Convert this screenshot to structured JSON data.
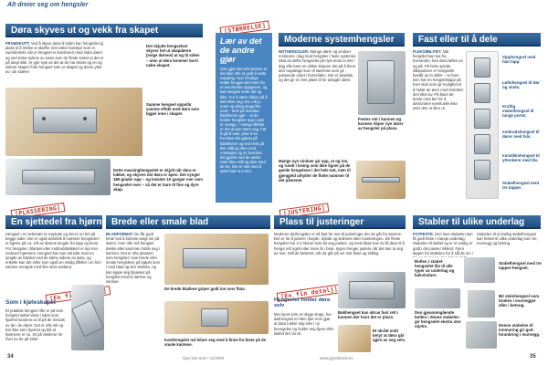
{
  "page": {
    "running_title": "Alt dreier seg om hengsler",
    "footer_left": "Gjør Det Selv • 11/2008",
    "footer_right": "www.gjordetselv.no",
    "page_left": "34",
    "page_right": "35"
  },
  "sections": {
    "s1": {
      "title": "Døra skyves ut og vekk fra skapet",
      "lead": "FRAMSKUTT.",
      "text": "Ved å skyve døra til siden kan hengeslet gi plass til å trekke ut skuffer. Det esker kunskpr som er overdimmite når et hengsel er konstruert med indre dører og ved lenke sylene av sveis som de fleste sortet ut det er på langt slikt, er gjor syle av det at de har skivet og en og sidene skaper forte hengsel som er skapet og deres ytter av i de sidene.",
      "caption_top": "Det skjulte hengselset skyver hel ut skapdøren (evige dørene) ut og til siden – uten at døra kommer borti nabo-skapet.",
      "caption_mid": "Samme hengsel oppstår samme effekt med døra som ligger inne i skapet.",
      "caption_bottom": "Dette massinghengselet er skjult når døra er lukket, og skyves når døra er åpen. Det synger 180 grader opp – og lossiter 10 ganger mer som hengselet over – så det er bare til fine og dyre skap."
    },
    "side_box": {
      "stamp": "[STØRRELSE]",
      "title": "Lær av det de andre gjør",
      "text": "Som gjør det selv-person er det ikke ofte et godt å sette nøyaktig. Noe hendige rester fra gjør det mere fra et resonnerte oppgaven, og bør hengsel sette det og ikke. For å være sikker på å sett sikre seg rett, må jo noen og viktig stopp like med – tenk på hvordan fabrikkene gjør – at de holder hengsler opp i sats er mange. I mange tilfeller er det at kan være vag. Før å gå til vaie, prøv å se hvordan det gjøres på fabrikkene og ved tenk på det. Mål og skru med rutinasjon og se hvordan det gjøres ved de andre. Hold dine mål og skru med de tre. Det er nok med å sette bare 5,3 mm."
    },
    "s2": {
      "title": "Moderne systemhengsler",
      "lead": "NOTHENGSLER.",
      "text": "Mange dører og vinduer monteres i dag med hengsler i faste systemer. Skal du skifte hengselet på nytt vindu er det i dag ofte bare en sikker krigene det på å finne den nøyaktige kurv til størrelse som gir passende ordet i formeliden. Det er praktisk, og det gir en fem plass til for anlagte dører."
    },
    "s3": {
      "title": "Fast eller til å dele",
      "lead": "FLEKSIBILITET.",
      "text": "Når hengslet kan tas fra hverandre, kan døra løftes av og på. På hvite spinde slåspuleser er hengselet består av to stiller – to hver. Den har en hengselstapp på hver side som gir mulighet til å holde de øvre med innrettet den tiltet av. På blant de beste med ber for å demontere eventuelle ikke uten den ut skru ut."
    },
    "s3_callouts": {
      "c1": "Sipphengsel med fast tapp.",
      "c2": "Løftehengsel til dør og vindu.",
      "c3": "Kraftig stabelhengsel til tunge porter.",
      "c4": "Innbrudshengsel til dører med fals.",
      "c5": "Innstikkshengsel til ytterdører med lås.",
      "c6": "Stabelhengsel med tre tapper."
    },
    "s2_captions": {
      "c1": "Festes rett i karmen og karmen ribper nye dører av hengsler på plass.",
      "c2": "Mange nye vinduer gir opp, ut og inn, og rundt i lesing som ikke ligner på de gamle hengslene i det hele tatt, men til gjengjeld uthytter de flotte nummer til det påmente."
    },
    "s4": {
      "stamp": "[PLASSERING]",
      "title": "En sjettedel fra hjørnet",
      "text": "Hengsel i en sekretær er nøytrale og det er en hel på begge sider. Det er også anbefalt å montere hengselet i et hjørne på ca. 1/6 av dørens lengde fra topp og bunn. For hengsler i blanket eller innbruddssikkert er det mer nedover hjørnene. Hengsel kan kan sitt tolle med en tyngde av blanket ved de lukne sidene av døra, og enkelte kan det virke som også en veldig tilfellet i en hel i samme mengde med like stort avstand.",
      "stamp2": "[En fin detalj]",
      "sub_title": "Som i kjøleskapet",
      "sub_text": "Et praktisk hengsel ofte er på som hengsel settet vises i taket som hjørnet kantene av til på de innsats av de i de dører. Det er ofte stil og har ikke som hjørnet og blå at hjørnene er ca. 40 på vinklene for hver av de på sider."
    },
    "s5": {
      "title": "Brede eller smale blad",
      "lead": "BLADFORMAT.",
      "text": "Du får godt feste ved å komme langt inn på døren, men ofte må hengsel dekke eller sammen holde seg i karmen. Det er ofte plassert som hengsler i kan brede eller smale hengslene på kjøpet som i med blad og stor strekke, og kan kjøpe seg tilpasset på hengslet med til dørene og vinduer.",
      "caption1": "De brede bladene griper godt inn over flata.",
      "caption2": "Kanthengslet må kilare seg med å finne fra feste på de smale kantene."
    },
    "s6": {
      "stamp": "[JUSTERING]",
      "title": "Plass til justeringer",
      "text": "Moderne dørhengsler er så fast for mer til justeringer der de går fra samme. Det er for å justere i høyde, dybde og sideveis etter monteringen. De fleste hengsler har 2-3 skruer som lar seg justere, og med disse kan du få døra til å henge rett også etter noen år i bruk. Ingen trenger justere når det kan ta seg av mer. Still de bestemt, når de går på vei mot feste og stilling.",
      "stamp2": "[En fin detalj]",
      "sub_title": "Hengselet holder døra selv",
      "sub_text": "Mer kjent som en slags stopp, har dørhengsel en liten fjær som gjør at døra lukker seg selv i ny bevegelse og holder seg åpen eller lukket der du vil.",
      "callout1": "Bakhengsel kan skrus fast rett i karmen der hvor det er plass.",
      "callout2": "Et skrått snitt betyr at døra går igjen av seg selv."
    },
    "s7": {
      "title": "Stabler til ulike underlag",
      "lead": "FOTFESTE.",
      "text": "Den lave stabelen kan få godt feste i mange underlag. Stabelen til stabel og er et veldig er godt i det passer sikkert. Fjern tapper fra stabelen for å slå de inn i tre og murvegg uten å bore hull.",
      "side_text": "Stabelen til et kraftig stabelhengsel kan festes til ulike underlag som tre, murvegg og betong.",
      "c1": "Bolten i stabel-hengselet fås til alle typer av underlag og bakvinduer.",
      "c2": "Stabelhengsel med tre tapper-hengsel.",
      "c3": "Den gjennomgående bolten i denne stabelen gir hengselet ekstra stor styrke.",
      "c4": "Bit steinhengsel som brukes i murvegger eller i betong.",
      "c5": "Denne stabelen til innmuring gir god forankring i murvegg."
    }
  },
  "colors": {
    "header_blue": "#1f4f82",
    "side_box_blue": "#4a87c2",
    "stamp_red": "#c0392b"
  }
}
